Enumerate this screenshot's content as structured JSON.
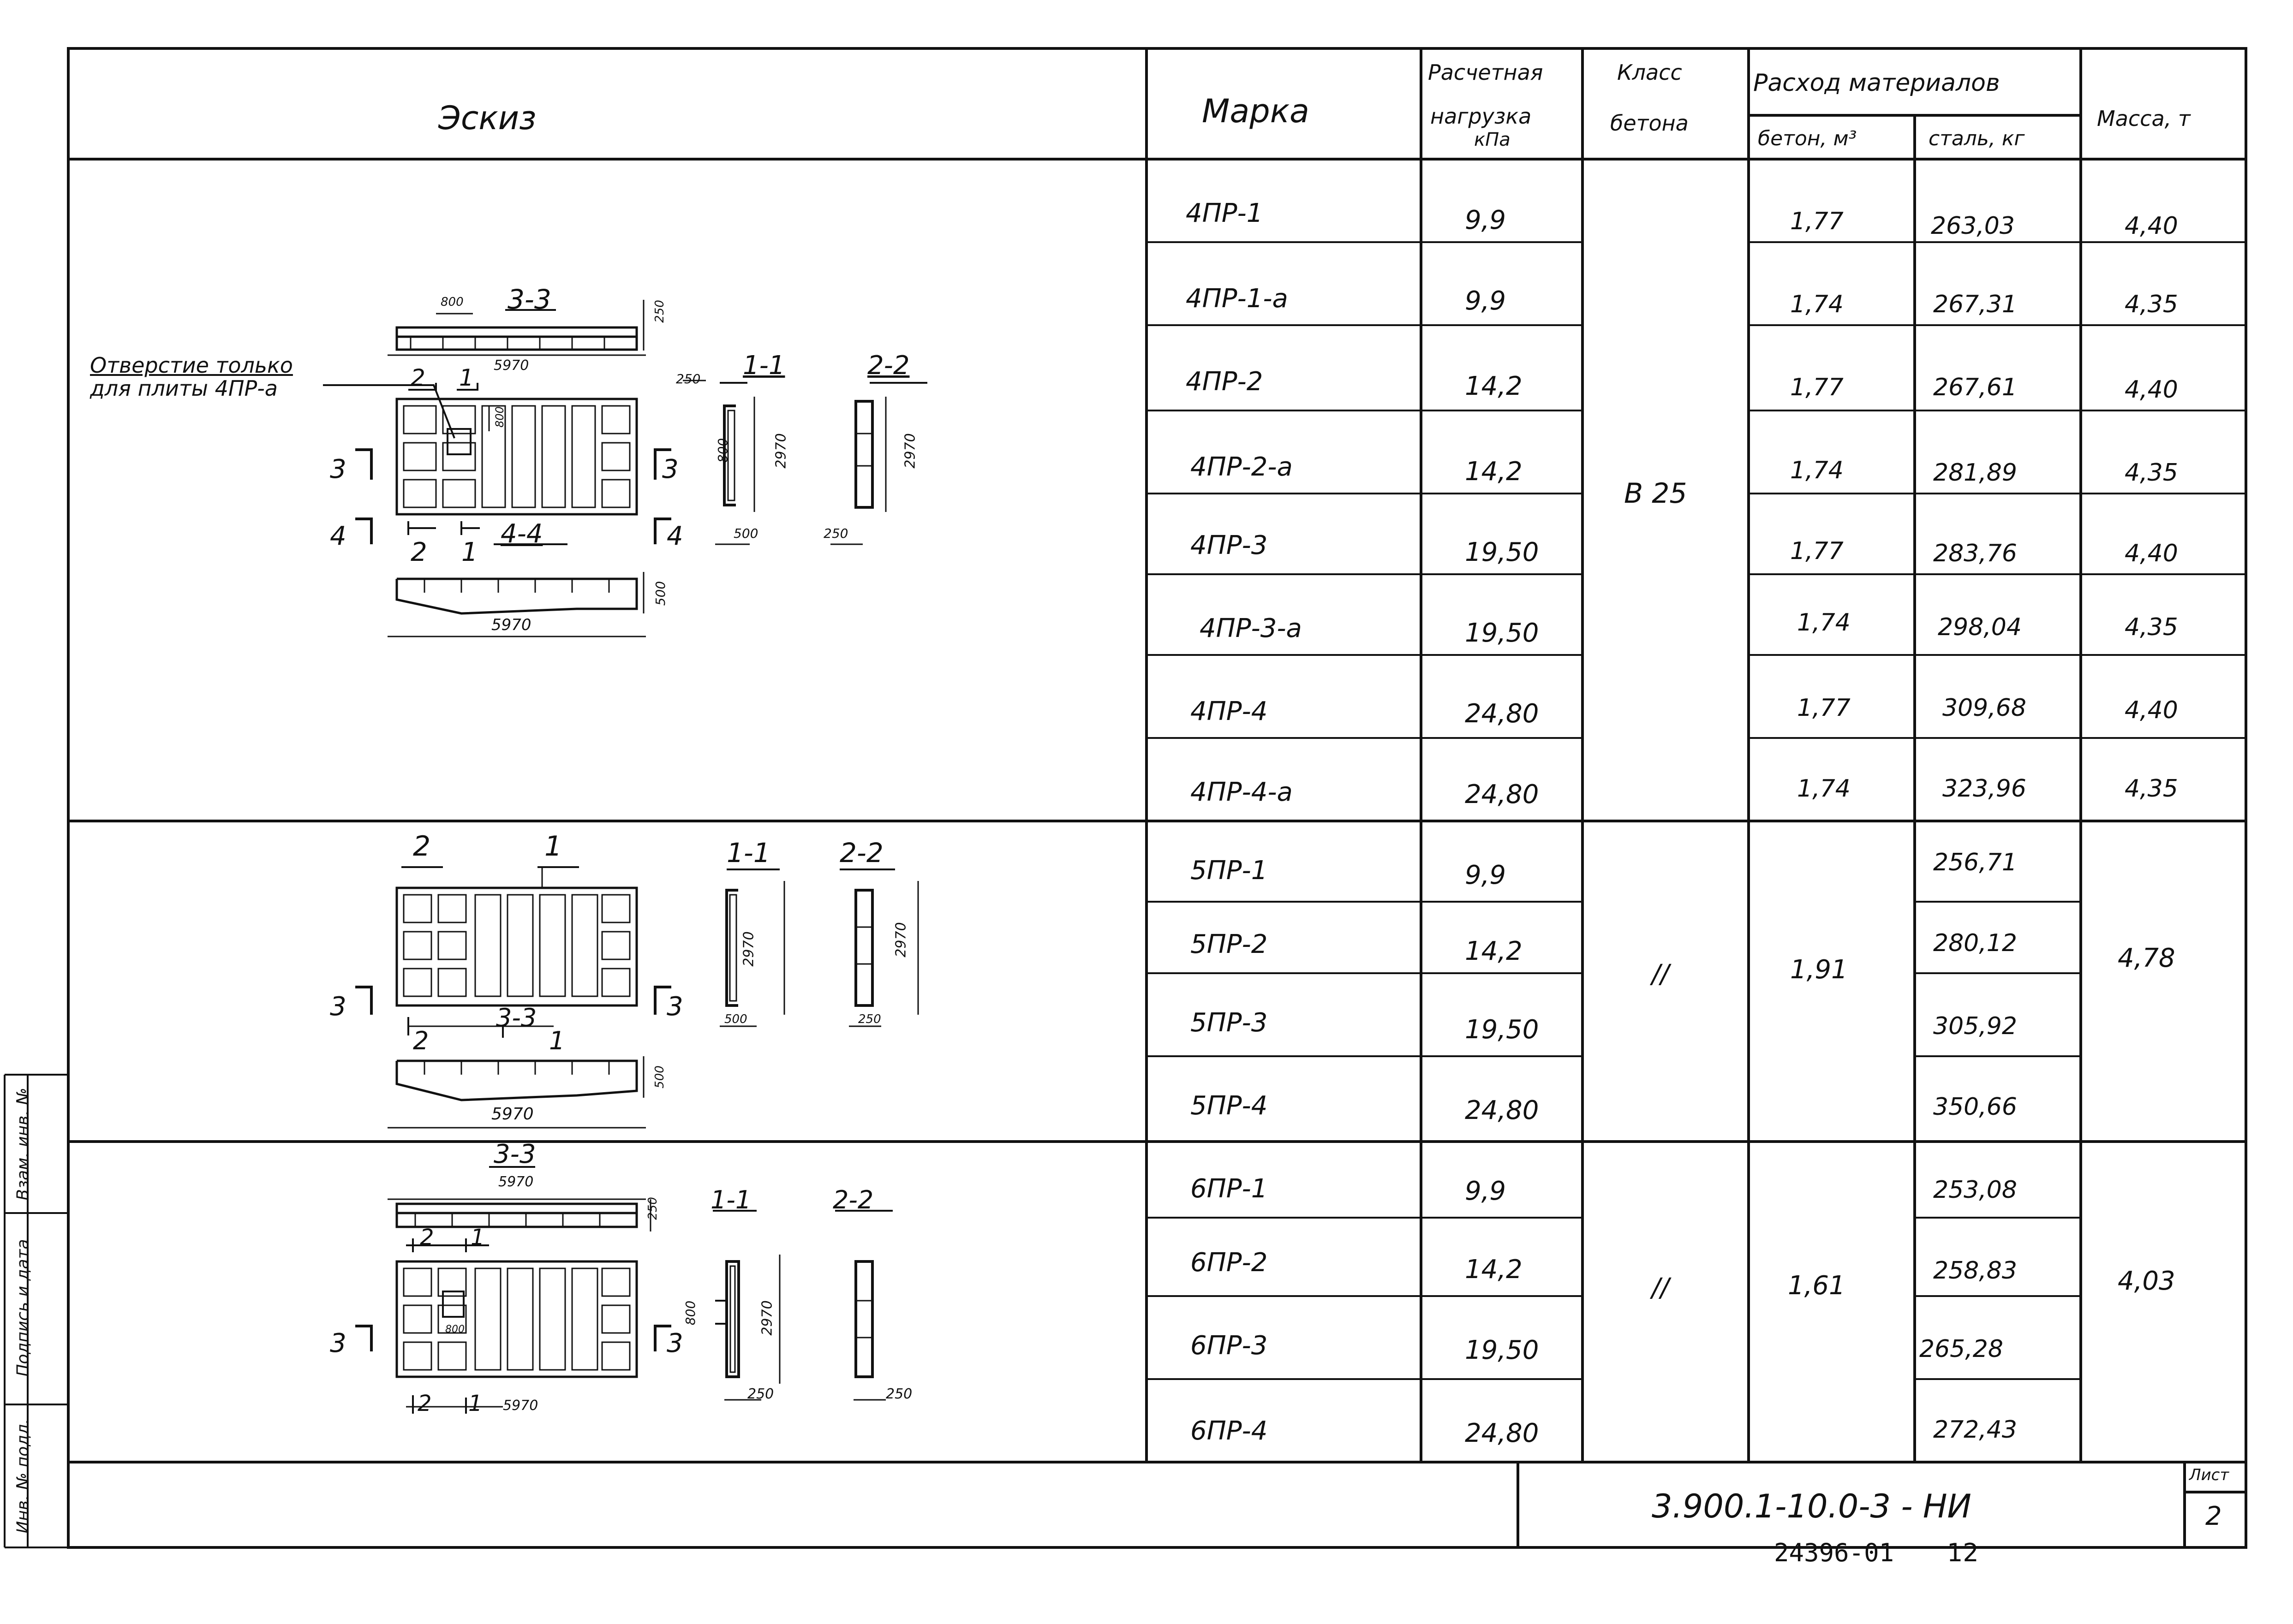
{
  "header": {
    "sketch": "Эскиз",
    "mark": "Марка",
    "load_1": "Расчетная",
    "load_2": "нагрузка",
    "load_3": "кПа",
    "class_1": "Класс",
    "class_2": "бетона",
    "consumption": "Расход материалов",
    "concrete": "бетон, м³",
    "steel": "сталь, кг",
    "mass": "Масса, т"
  },
  "rows": [
    {
      "mark": "4ПР-1",
      "load": "9,9",
      "concrete": "1,77",
      "steel": "263,03",
      "mass": "4,40"
    },
    {
      "mark": "4ПР-1-а",
      "load": "9,9",
      "concrete": "1,74",
      "steel": "267,31",
      "mass": "4,35"
    },
    {
      "mark": "4ПР-2",
      "load": "14,2",
      "concrete": "1,77",
      "steel": "267,61",
      "mass": "4,40"
    },
    {
      "mark": "4ПР-2-а",
      "load": "14,2",
      "concrete": "1,74",
      "steel": "281,89",
      "mass": "4,35"
    },
    {
      "mark": "4ПР-3",
      "load": "19,50",
      "concrete": "1,77",
      "steel": "283,76",
      "mass": "4,40"
    },
    {
      "mark": "4ПР-3-а",
      "load": "19,50",
      "concrete": "1,74",
      "steel": "298,04",
      "mass": "4,35"
    },
    {
      "mark": "4ПР-4",
      "load": "24,80",
      "concrete": "1,77",
      "steel": "309,68",
      "mass": "4,40"
    },
    {
      "mark": "4ПР-4-а",
      "load": "24,80",
      "concrete": "1,74",
      "steel": "323,96",
      "mass": "4,35"
    },
    {
      "mark": "5ПР-1",
      "load": "9,9",
      "steel": "256,71"
    },
    {
      "mark": "5ПР-2",
      "load": "14,2",
      "steel": "280,12"
    },
    {
      "mark": "5ПР-3",
      "load": "19,50",
      "steel": "305,92"
    },
    {
      "mark": "5ПР-4",
      "load": "24,80",
      "steel": "350,66"
    },
    {
      "mark": "6ПР-1",
      "load": "9,9",
      "steel": "253,08"
    },
    {
      "mark": "6ПР-2",
      "load": "14,2",
      "steel": "258,83"
    },
    {
      "mark": "6ПР-3",
      "load": "19,50",
      "steel": "265,28"
    },
    {
      "mark": "6ПР-4",
      "load": "24,80",
      "steel": "272,43"
    }
  ],
  "groups": {
    "g4_class": "В 25",
    "g5_class": "//",
    "g5_concrete": "1,91",
    "g5_mass": "4,78",
    "g6_class": "//",
    "g6_concrete": "1,61",
    "g6_mass": "4,03"
  },
  "sketch1": {
    "note_1": "Отверстие только",
    "note_2": "для плиты 4ПР-а",
    "sec33": "3-3",
    "sec11": "1-1",
    "sec22": "2-2",
    "sec44": "4-4",
    "dim_len": "5970",
    "dim_len_b": "5970",
    "dim_w": "2970",
    "dim_w2": "2970",
    "dim_h": "250",
    "dim_h2": "500",
    "dim_t": "500",
    "dim_t2": "250",
    "dim_hole": "800",
    "dim_hole2": "800",
    "dim_250": "250",
    "m1": "1",
    "m2": "2",
    "m3": "3",
    "m4": "4"
  },
  "sketch2": {
    "sec11": "1-1",
    "sec22": "2-2",
    "sec33": "3-3",
    "dim_len": "5970",
    "dim_w": "2970",
    "dim_w2": "2970",
    "dim_h": "500",
    "dim_t": "500",
    "dim_t2": "250",
    "m1": "1",
    "m2": "2",
    "m3": "3"
  },
  "sketch3": {
    "sec33": "3-3",
    "sec11": "1-1",
    "sec22": "2-2",
    "dim_len": "5970",
    "dim_len_b": "5970",
    "dim_w": "2970",
    "dim_h": "250",
    "dim_hole": "800",
    "dim_hole2": "800",
    "dim_250a": "250",
    "dim_250b": "250",
    "m1": "1",
    "m2": "2",
    "m3": "3"
  },
  "stamp": {
    "doc_code": "3.900.1-10.0-3 - НИ",
    "sheet_label": "Лист",
    "sheet_num": "2",
    "footer_num": "24396-01",
    "footer_page": "12",
    "side_1": "Инв. № подл.",
    "side_2": "Подпись и дата",
    "side_3": "Взам. инв. №"
  }
}
